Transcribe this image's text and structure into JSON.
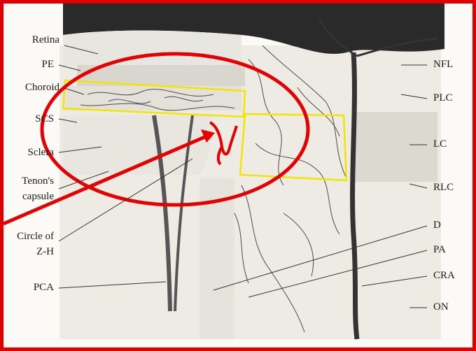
{
  "left_labels": [
    {
      "id": "retina",
      "text": "Retina"
    },
    {
      "id": "pe",
      "text": "PE"
    },
    {
      "id": "choroid",
      "text": "Choroid"
    },
    {
      "id": "scs",
      "text": "SCS"
    },
    {
      "id": "sclera",
      "text": "Sclera"
    },
    {
      "id": "tenons-1",
      "text": "Tenon's"
    },
    {
      "id": "tenons-2",
      "text": "capsule"
    },
    {
      "id": "circle-1",
      "text": "Circle of"
    },
    {
      "id": "circle-2",
      "text": "Z-H"
    },
    {
      "id": "pca",
      "text": "PCA"
    }
  ],
  "right_labels": [
    {
      "id": "nfl",
      "text": "NFL"
    },
    {
      "id": "plc",
      "text": "PLC"
    },
    {
      "id": "lc",
      "text": "LC"
    },
    {
      "id": "rlc",
      "text": "RLC"
    },
    {
      "id": "d",
      "text": "D"
    },
    {
      "id": "pa",
      "text": "PA"
    },
    {
      "id": "cra",
      "text": "CRA"
    },
    {
      "id": "on",
      "text": "ON"
    }
  ],
  "colors": {
    "frame_border": "#e00000",
    "annotation_red": "#e60000",
    "highlight_yellow": "#f2e600",
    "vitreous_dark": "#2a2a2a",
    "ink": "#1a1a1a"
  }
}
